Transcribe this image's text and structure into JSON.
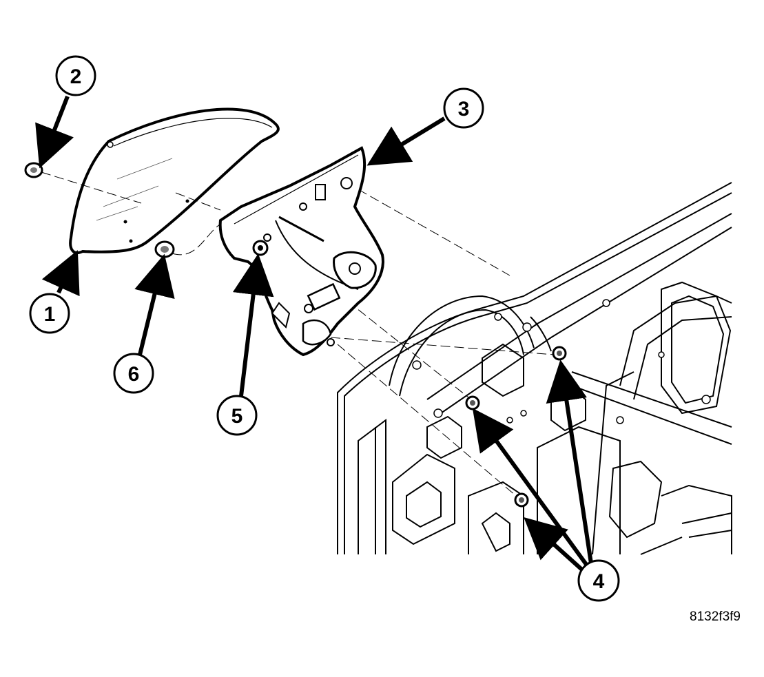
{
  "callouts": [
    {
      "id": "1",
      "label": "1"
    },
    {
      "id": "2",
      "label": "2"
    },
    {
      "id": "3",
      "label": "3"
    },
    {
      "id": "4",
      "label": "4"
    },
    {
      "id": "5",
      "label": "5"
    },
    {
      "id": "6",
      "label": "6"
    }
  ],
  "figure_id": "8132f3f9",
  "colors": {
    "line": "#000000",
    "background": "#ffffff"
  }
}
